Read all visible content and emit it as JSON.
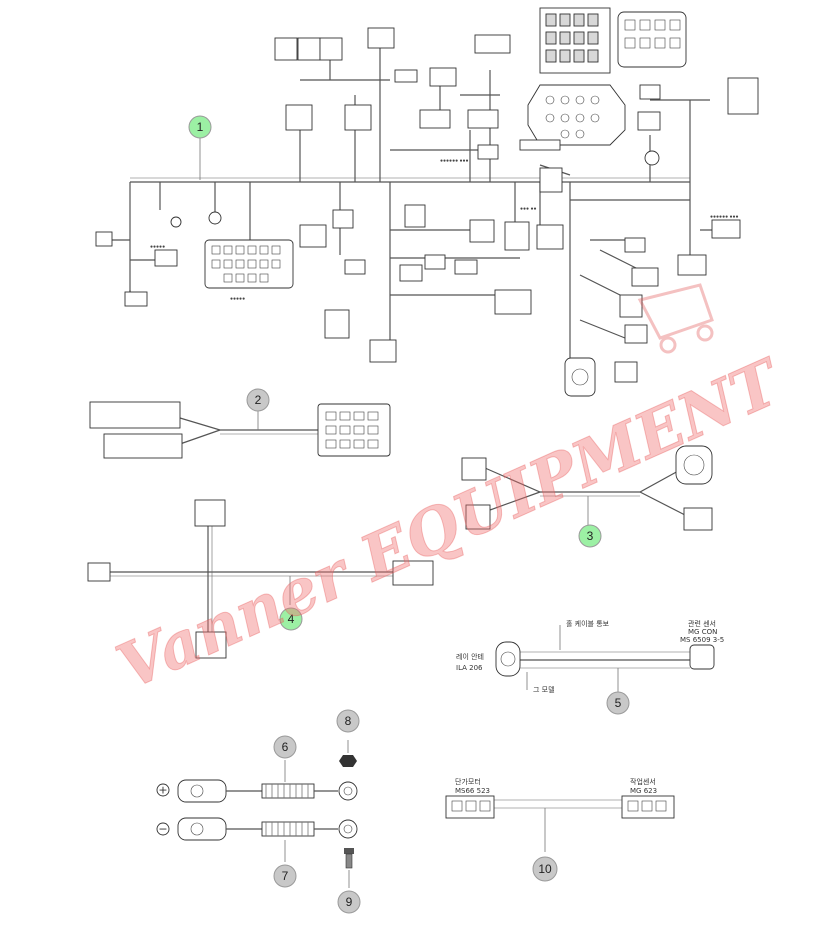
{
  "diagram": {
    "callouts": [
      {
        "id": "1",
        "style": "green"
      },
      {
        "id": "2",
        "style": "grey"
      },
      {
        "id": "3",
        "style": "green"
      },
      {
        "id": "4",
        "style": "green"
      },
      {
        "id": "5",
        "style": "grey"
      },
      {
        "id": "6",
        "style": "grey"
      },
      {
        "id": "7",
        "style": "grey"
      },
      {
        "id": "8",
        "style": "grey"
      },
      {
        "id": "9",
        "style": "grey"
      },
      {
        "id": "10",
        "style": "grey"
      }
    ],
    "labels": {
      "harness5_top": "홀 케이블 통보",
      "harness5_left_a": "레이 안테",
      "harness5_left_b": "ILA 206",
      "harness5_bottom": "그 모델",
      "harness5_right_a": "관련 센서",
      "harness5_right_b": "MG CON",
      "harness5_right_c": "MS 6509 3-5",
      "harness10_left_a": "단가모터",
      "harness10_left_b": "MS66 523",
      "harness10_right_a": "작업센서",
      "harness10_right_b": "MG 623"
    },
    "polarity": {
      "plus": "+",
      "minus": "−"
    },
    "watermark": {
      "text": "Vanner EQUIPMENT",
      "color": "#f07070"
    }
  }
}
